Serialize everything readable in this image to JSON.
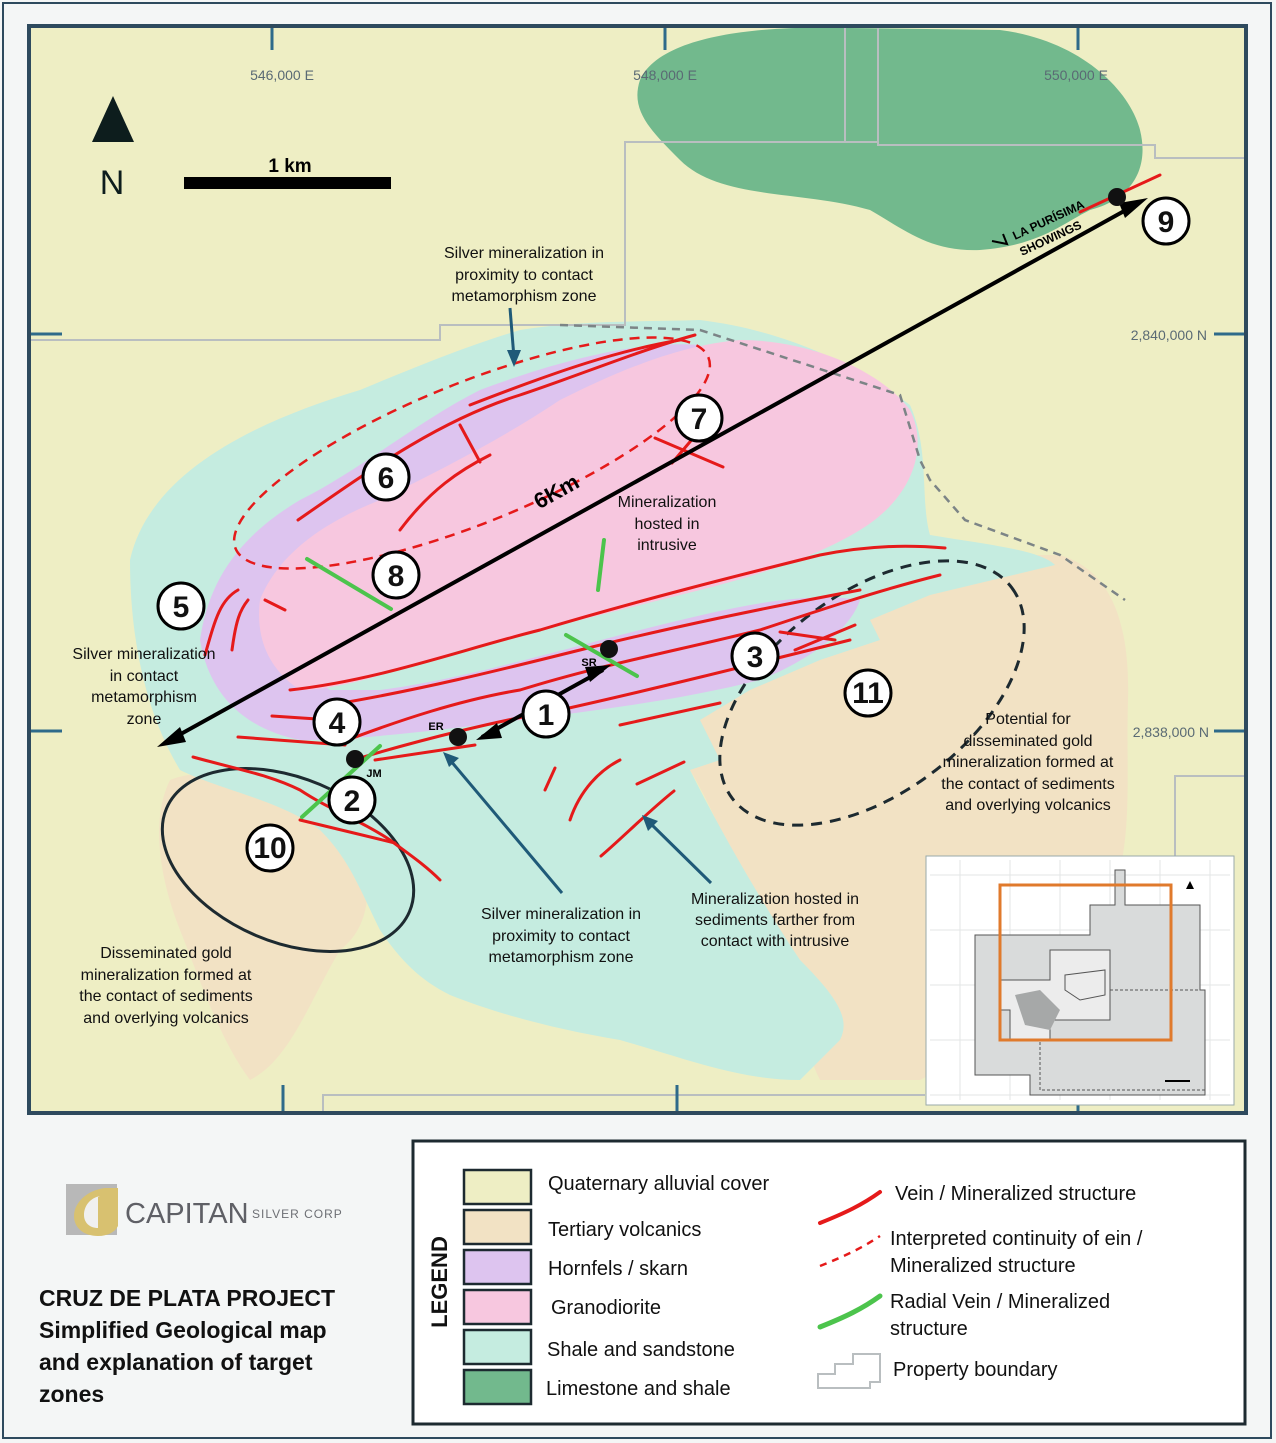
{
  "map": {
    "north_label": "N",
    "scale_label": "1 km",
    "coords": {
      "e1": "546,000 E",
      "e2": "548,000 E",
      "e3": "550,000 E",
      "n1": "2,840,000 N",
      "n2": "2,838,000 N"
    },
    "distance_label": "6Km",
    "showings_line1": "LA PURÍSIMA",
    "showings_line2": "SHOWINGS",
    "points": {
      "sr": "SR",
      "er": "ER",
      "jm": "JM"
    },
    "targets": [
      "1",
      "2",
      "3",
      "4",
      "5",
      "6",
      "7",
      "8",
      "9",
      "10",
      "11"
    ],
    "notes": {
      "silver_north": [
        "Silver mineralization in",
        "proximity to contact",
        "metamorphism zone"
      ],
      "silver_west": [
        "Silver mineralization",
        "in contact",
        "metamorphism",
        "zone"
      ],
      "intrusive": [
        "Mineralization",
        "hosted in",
        "intrusive"
      ],
      "gold_east": [
        "Potential for",
        "disseminated gold",
        "mineralization formed at",
        "the contact of sediments",
        "and overlying volcanics"
      ],
      "silver_south": [
        "Silver mineralization in",
        "proximity to contact",
        "metamorphism zone"
      ],
      "sediments": [
        "Mineralization hosted in",
        "sediments farther from",
        "contact with intrusive"
      ],
      "gold_west": [
        "Disseminated gold",
        "mineralization formed at",
        "the contact of sediments",
        "and overlying volcanics"
      ]
    }
  },
  "logo": {
    "name": "CAPITAN",
    "suffix": "SILVER CORP"
  },
  "title": {
    "lines": [
      "CRUZ DE PLATA PROJECT",
      "Simplified Geological map",
      "and explanation of target",
      "zones"
    ]
  },
  "legend": {
    "heading": "LEGEND",
    "units": [
      {
        "label": "Quaternary alluvial cover",
        "color": "#eeeec4"
      },
      {
        "label": "Tertiary volcanics",
        "color": "#f2e2c4"
      },
      {
        "label": "Hornfels / skarn",
        "color": "#ddc4ef"
      },
      {
        "label": "Granodiorite",
        "color": "#f7c7df"
      },
      {
        "label": "Shale and sandstone",
        "color": "#c5ece0"
      },
      {
        "label": "Limestone and shale",
        "color": "#72b98d"
      }
    ],
    "structures": {
      "vein": "Vein / Mineralized structure",
      "interpreted": [
        "Interpreted continuity of ein /",
        "Mineralized structure"
      ],
      "radial": [
        "Radial Vein / Mineralized",
        "structure"
      ],
      "boundary": "Property boundary"
    }
  },
  "colors": {
    "vein": "#e51a1a",
    "radial": "#4cc44c",
    "inset_box": "#e07a2c",
    "frame": "#2e4a5e"
  }
}
